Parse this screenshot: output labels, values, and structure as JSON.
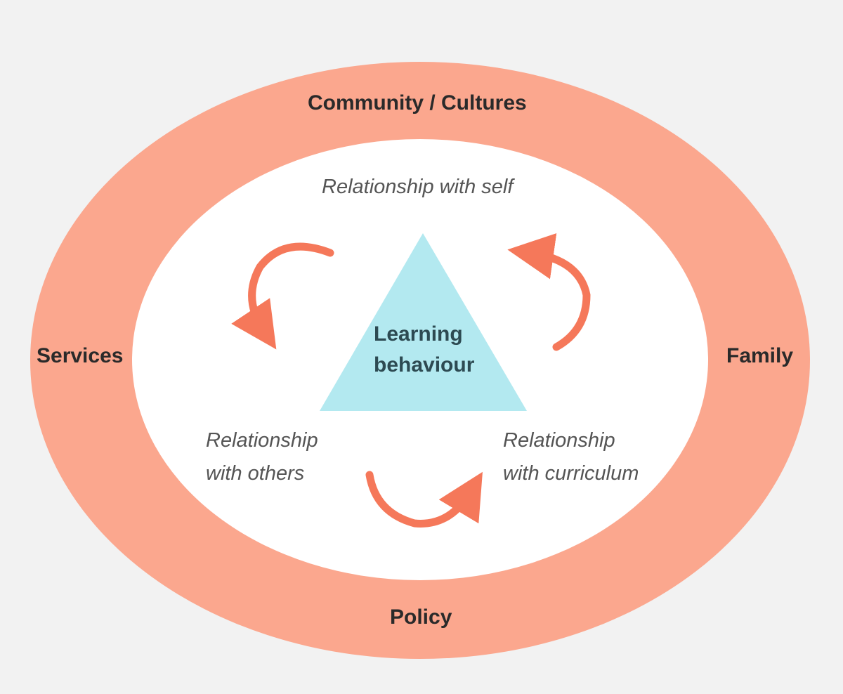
{
  "colors": {
    "background": "#f2f2f2",
    "outer_ring": "#fba78e",
    "inner_field": "#ffffff",
    "triangle": "#b3e9f0",
    "arrow": "#f5785a"
  },
  "outer_labels": {
    "top": "Community / Cultures",
    "left": "Services",
    "right": "Family",
    "bottom": "Policy"
  },
  "relationships": {
    "self": "Relationship with self",
    "others_line1": "Relationship",
    "others_line2": "with others",
    "curriculum_line1": "Relationship",
    "curriculum_line2": "with curriculum"
  },
  "center": {
    "line1": "Learning",
    "line2": "behaviour"
  },
  "icons": [
    "curved-arrow-icon"
  ]
}
